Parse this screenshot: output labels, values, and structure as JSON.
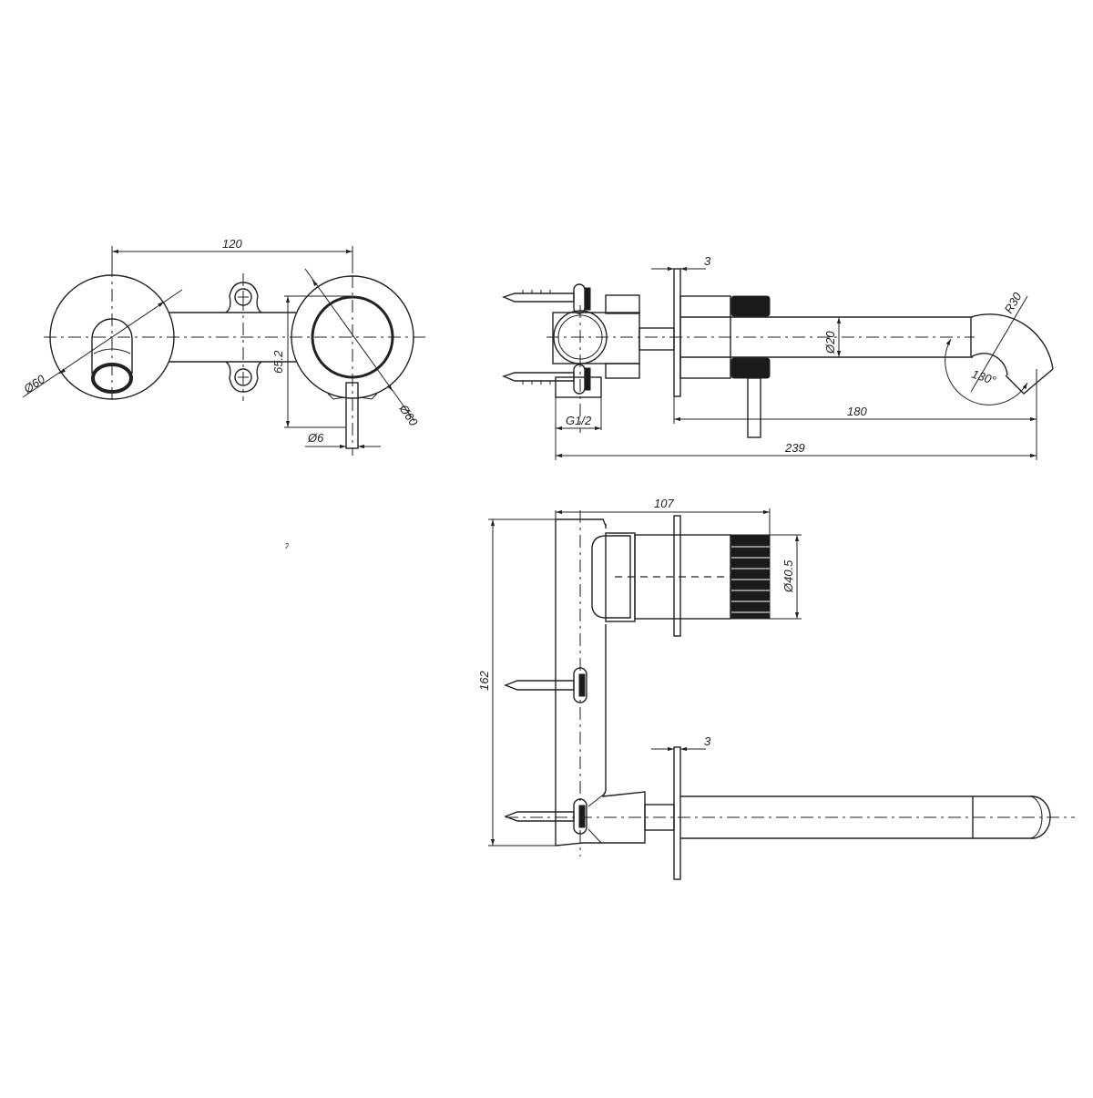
{
  "drawing": {
    "subject": "Wall-mounted mixer tap technical drawing",
    "colors": {
      "line": "#222222",
      "background": "#ffffff"
    },
    "front_view": {
      "dimensions": {
        "center_distance": "120",
        "spout_plate_diameter": "Ø60",
        "handle_plate_diameter": "Ø60",
        "handle_height": "65.2",
        "lever_diameter": "Ø6"
      }
    },
    "side_view": {
      "dimensions": {
        "plate_thickness": "3",
        "spout_diameter": "Ø20",
        "bend_radius": "R30",
        "bend_angle": "130°",
        "inlet_thread": "G1/2",
        "spout_projection": "180",
        "overall_depth": "239"
      }
    },
    "top_view": {
      "dimensions": {
        "handle_depth": "107",
        "handle_diameter": "Ø40.5",
        "overall_height": "162",
        "plate_thickness": "3"
      }
    },
    "stray_mark": "ˀ"
  }
}
